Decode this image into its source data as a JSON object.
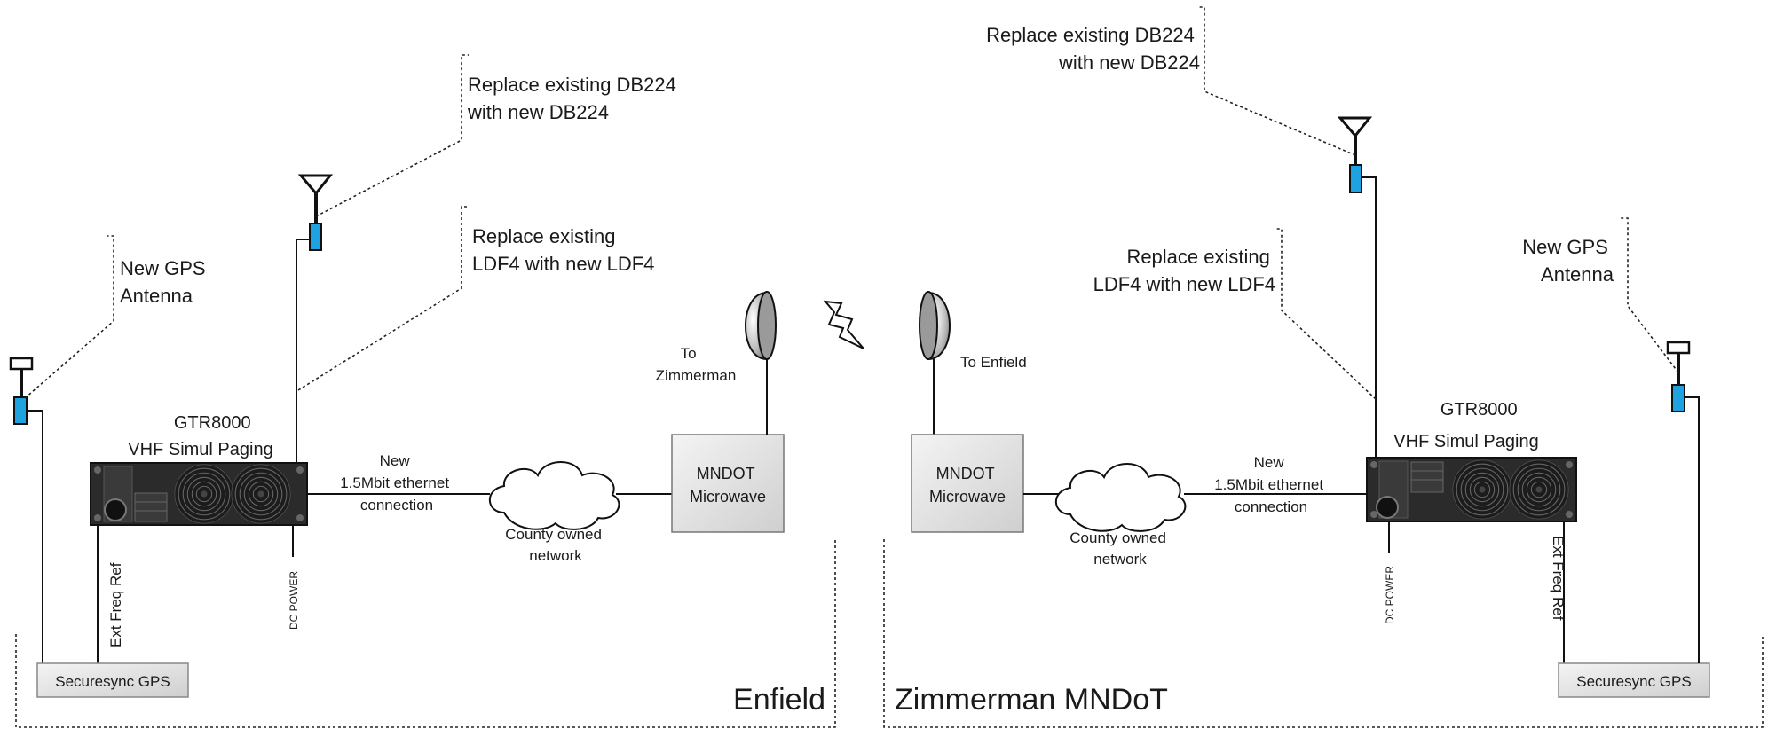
{
  "left_site": {
    "name": "Enfield",
    "gps_note": [
      "New GPS",
      "Antenna"
    ],
    "db224_note": [
      "Replace existing DB224",
      "with new DB224"
    ],
    "ldf4_note": [
      "Replace existing",
      "LDF4 with new LDF4"
    ],
    "transmitter": [
      "GTR8000",
      "VHF Simul Paging"
    ],
    "ext_freq_ref": "Ext Freq Ref",
    "dc_power": "DC POWER",
    "ethernet": [
      "New",
      "1.5Mbit ethernet",
      "connection"
    ],
    "network": [
      "County owned",
      "network"
    ],
    "microwave": [
      "MNDOT",
      "Microwave"
    ],
    "dish_label": [
      "To",
      "Zimmerman"
    ],
    "gps_box": "Securesync GPS"
  },
  "right_site": {
    "name": "Zimmerman MNDoT",
    "gps_note": [
      "New GPS",
      "Antenna"
    ],
    "db224_note": [
      "Replace existing DB224",
      "with new DB224"
    ],
    "ldf4_note": [
      "Replace existing",
      "LDF4 with new LDF4"
    ],
    "transmitter": [
      "GTR8000",
      "VHF Simul Paging"
    ],
    "ext_freq_ref": "Ext Freq Ref",
    "dc_power": "DC POWER",
    "ethernet": [
      "New",
      "1.5Mbit ethernet",
      "connection"
    ],
    "network": [
      "County owned",
      "network"
    ],
    "microwave": [
      "MNDOT",
      "Microwave"
    ],
    "dish_label": "To Enfield",
    "gps_box": "Securesync GPS"
  },
  "colors": {
    "antenna_blue": "#1fa3e0",
    "transmitter_body": "#2b2b2b",
    "box_fill": "#e6e6e6",
    "cloud_fill": "#ffffff"
  },
  "icons": [
    "gps-antenna-icon",
    "yagi-antenna-icon",
    "dish-antenna-icon",
    "lightning-icon",
    "cloud-icon",
    "transmitter-icon"
  ]
}
